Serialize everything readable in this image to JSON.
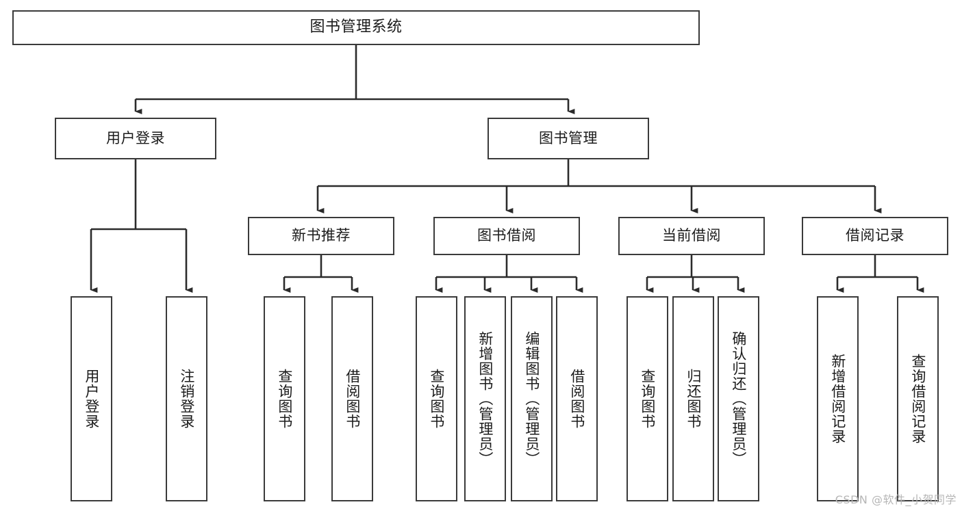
{
  "diagram": {
    "title": "图书管理系统",
    "type": "tree-hierarchy-diagram",
    "colors": {
      "box_border": "#3a3a3a",
      "box_fill": "#ffffff",
      "edge": "#2b2b2b",
      "text": "#1b1b1b",
      "watermark": "#b6b6b6"
    }
  },
  "root": {
    "label": "图书管理系统"
  },
  "level1": [
    {
      "label": "用户登录"
    },
    {
      "label": "图书管理"
    }
  ],
  "level2": [
    {
      "label": "新书推荐"
    },
    {
      "label": "图书借阅"
    },
    {
      "label": "当前借阅"
    },
    {
      "label": "借阅记录"
    }
  ],
  "leaves": {
    "user_login": [
      {
        "label": "用户登录"
      },
      {
        "label": "注销登录"
      }
    ],
    "new_book_recommend": [
      {
        "label": "查询图书"
      },
      {
        "label": "借阅图书"
      }
    ],
    "book_borrow": [
      {
        "label": "查询图书"
      },
      {
        "label": "新增图书（管理员）"
      },
      {
        "label": "编辑图书（管理员）"
      },
      {
        "label": "借阅图书"
      }
    ],
    "current_borrow": [
      {
        "label": "查询图书"
      },
      {
        "label": "归还图书"
      },
      {
        "label": "确认归还（管理员）"
      }
    ],
    "borrow_record": [
      {
        "label": "新增借阅记录"
      },
      {
        "label": "查询借阅记录"
      }
    ]
  },
  "watermark": {
    "text": "CSDN @软件_小贺同学"
  }
}
